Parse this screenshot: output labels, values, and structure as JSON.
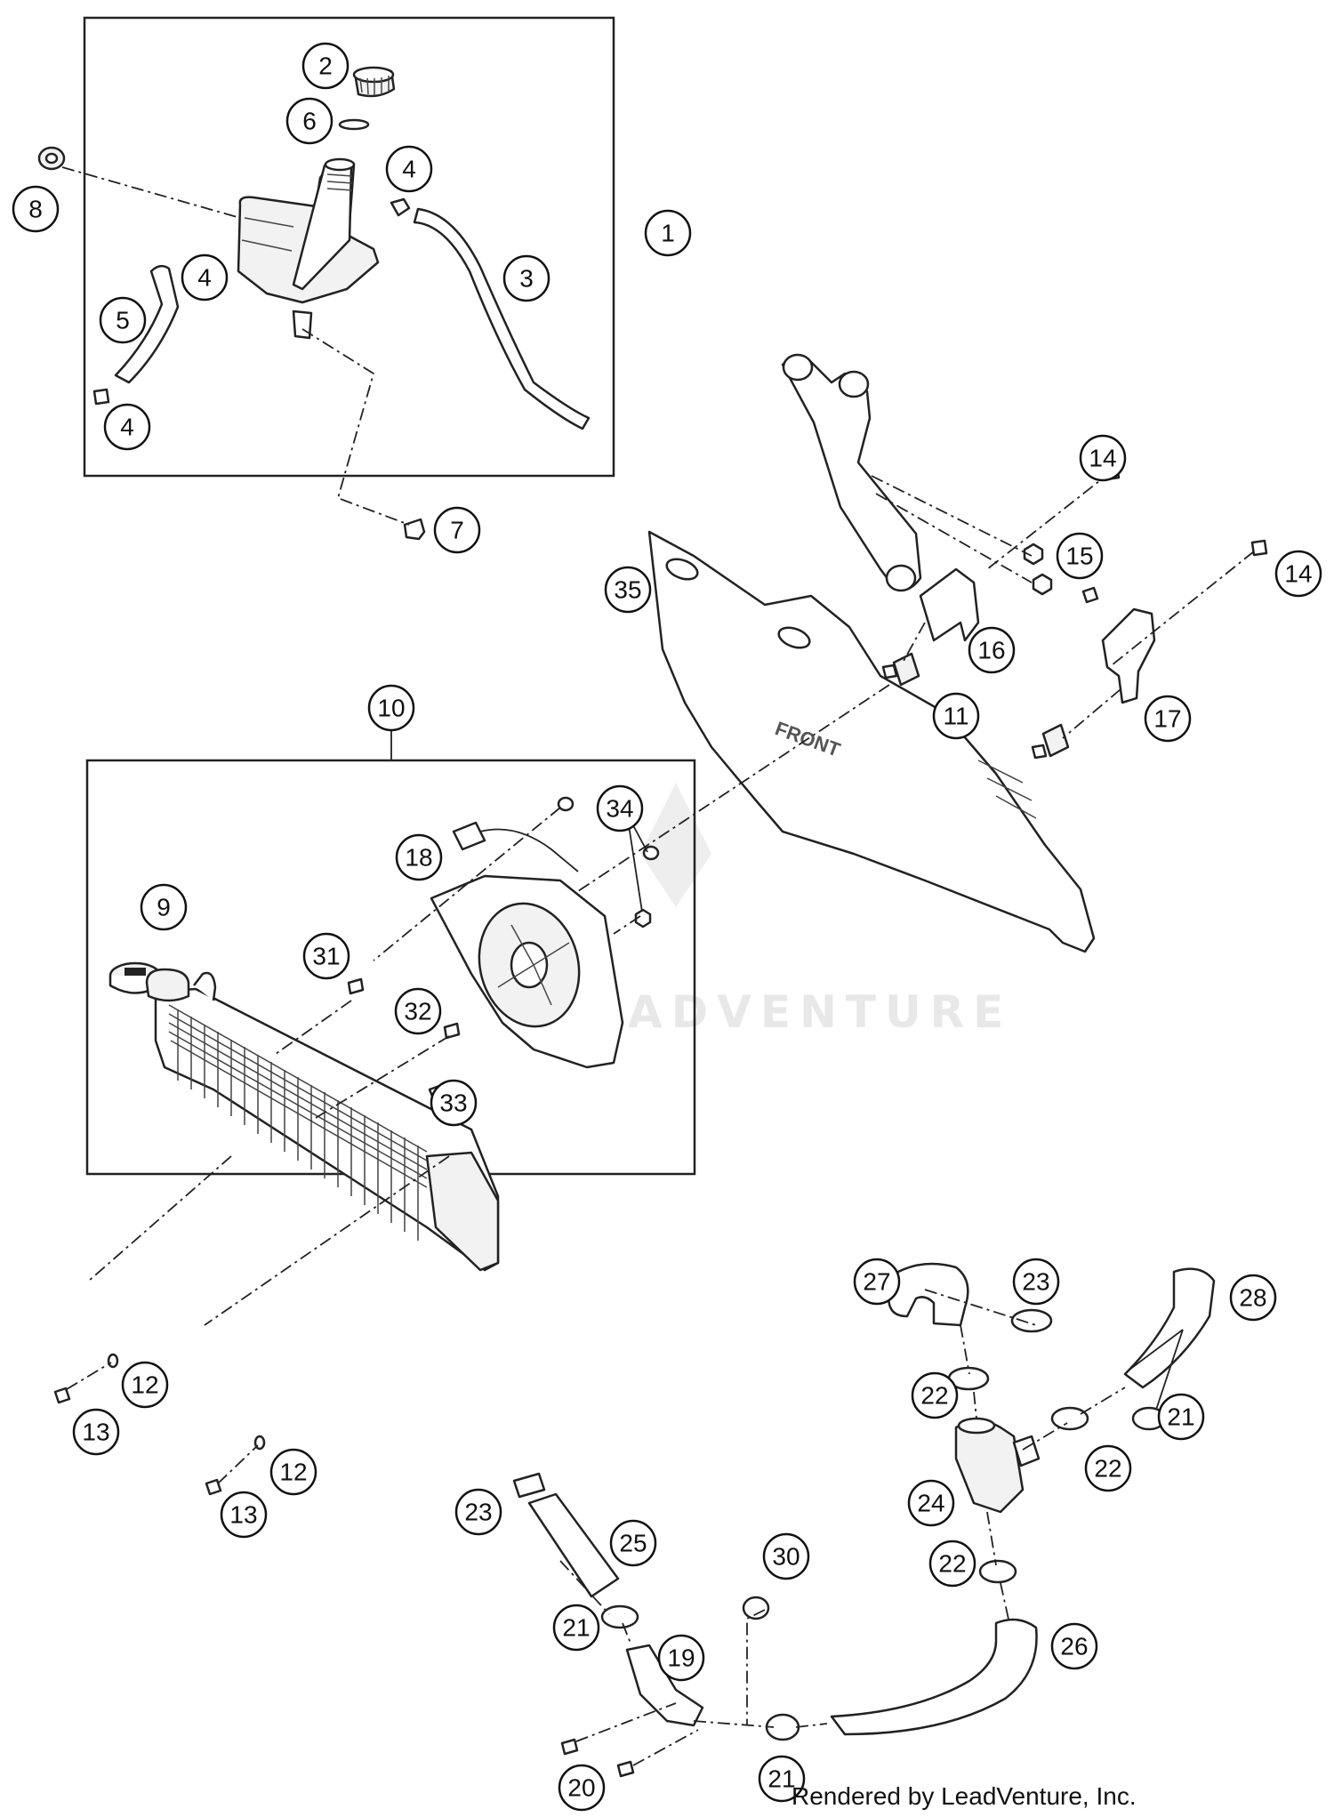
{
  "callouts": [
    {
      "label": "1"
    },
    {
      "label": "2"
    },
    {
      "label": "6"
    },
    {
      "label": "4"
    },
    {
      "label": "8"
    },
    {
      "label": "3"
    },
    {
      "label": "5"
    },
    {
      "label": "4"
    },
    {
      "label": "4"
    },
    {
      "label": "7"
    },
    {
      "label": "14"
    },
    {
      "label": "15"
    },
    {
      "label": "14"
    },
    {
      "label": "35"
    },
    {
      "label": "16"
    },
    {
      "label": "11"
    },
    {
      "label": "17"
    },
    {
      "label": "10"
    },
    {
      "label": "34"
    },
    {
      "label": "18"
    },
    {
      "label": "9"
    },
    {
      "label": "31"
    },
    {
      "label": "32"
    },
    {
      "label": "33"
    },
    {
      "label": "12"
    },
    {
      "label": "13"
    },
    {
      "label": "12"
    },
    {
      "label": "13"
    },
    {
      "label": "27"
    },
    {
      "label": "23"
    },
    {
      "label": "28"
    },
    {
      "label": "22"
    },
    {
      "label": "21"
    },
    {
      "label": "22"
    },
    {
      "label": "24"
    },
    {
      "label": "23"
    },
    {
      "label": "25"
    },
    {
      "label": "30"
    },
    {
      "label": "22"
    },
    {
      "label": "26"
    },
    {
      "label": "21"
    },
    {
      "label": "19"
    },
    {
      "label": "20"
    },
    {
      "label": "21"
    }
  ],
  "credit": "Rendered by LeadVenture, Inc.",
  "watermark": "LEADVENTURE",
  "front_marking": "FRONT"
}
